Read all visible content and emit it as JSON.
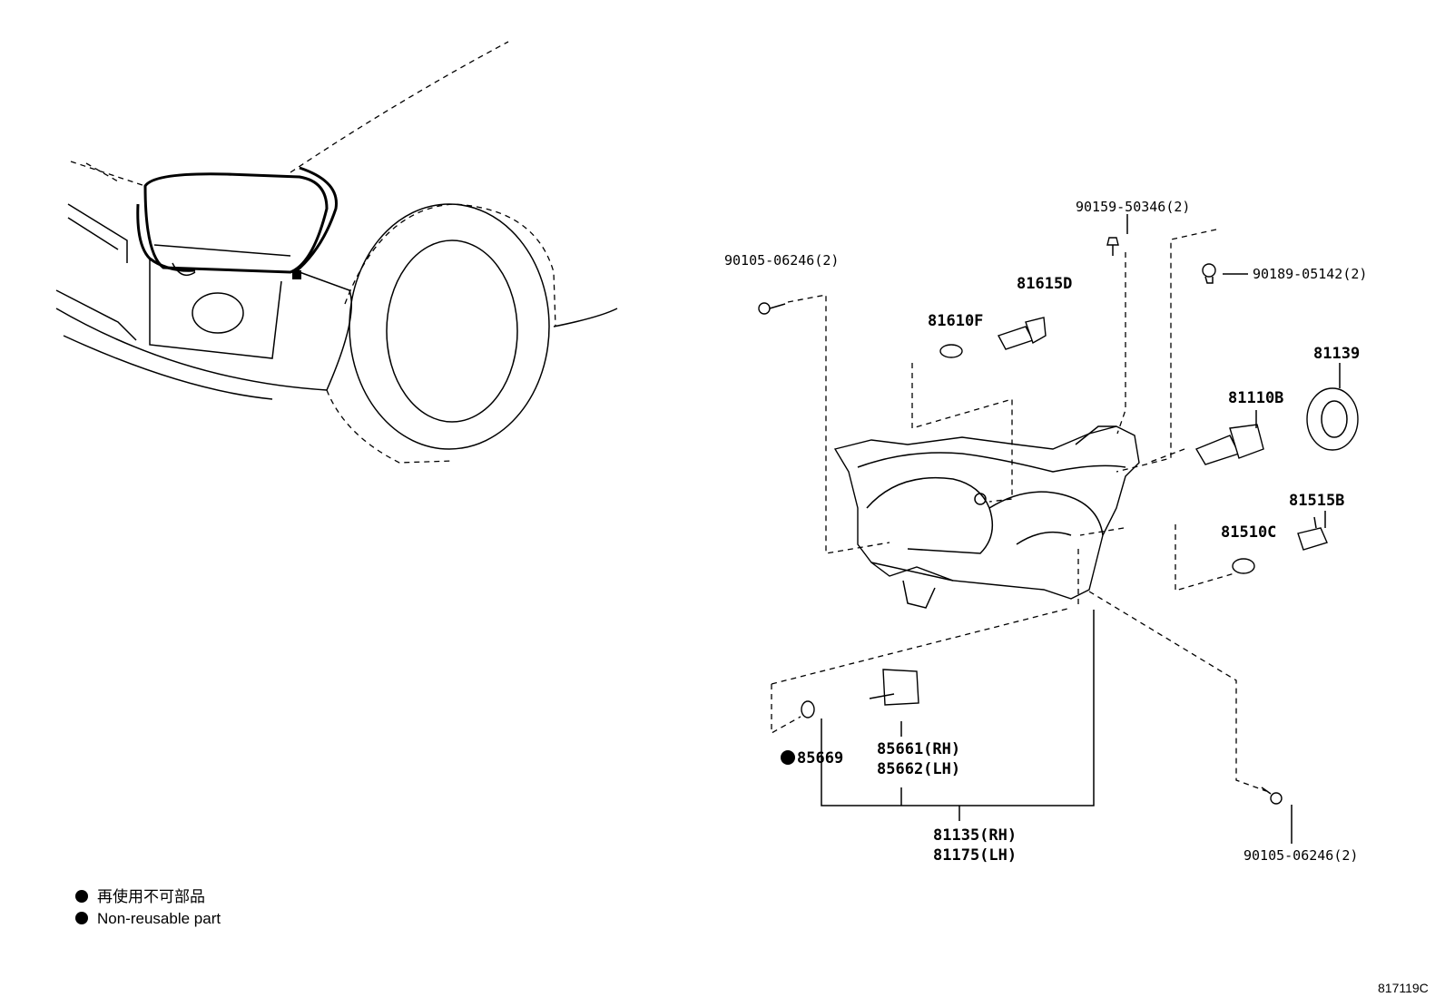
{
  "illustration_id": "817119C",
  "legend": {
    "jp": "再使用不可部品",
    "en": "Non-reusable part"
  },
  "parts": {
    "p_9010506246_top": "90105-06246(2)",
    "p_9015950346": "90159-50346(2)",
    "p_9018905142": "90189-05142(2)",
    "p_81615D": "81615D",
    "p_81610F": "81610F",
    "p_81139": "81139",
    "p_81110B": "81110B",
    "p_81515B": "81515B",
    "p_81510C": "81510C",
    "p_85669": "85669",
    "p_85661": "85661(RH)",
    "p_85662": "85662(LH)",
    "p_81135": "81135(RH)",
    "p_81175": "81175(LH)",
    "p_9010506246_bot": "90105-06246(2)"
  }
}
